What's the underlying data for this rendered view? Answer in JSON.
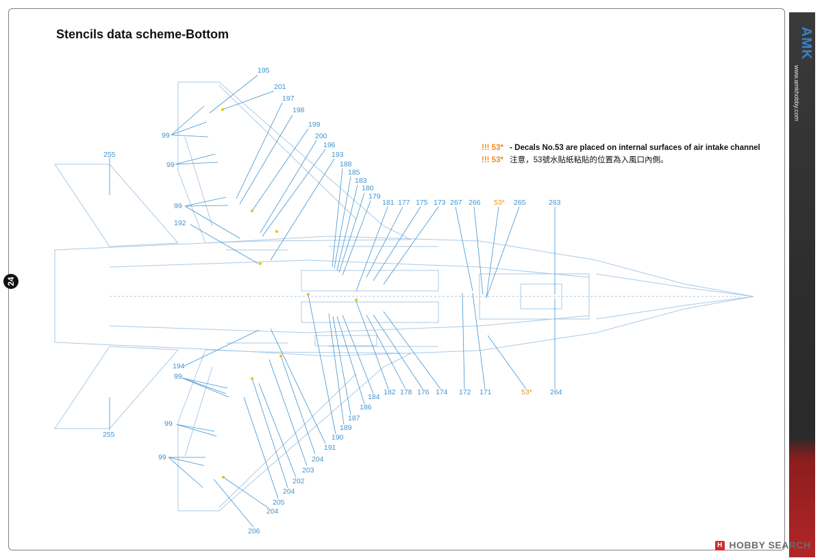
{
  "page": {
    "title": "Stencils data scheme-Bottom",
    "page_number": "24"
  },
  "brand": {
    "name": "AMK",
    "url": "www.amkhobby.com"
  },
  "notes": [
    {
      "mark": "!!! 53*",
      "text": "- Decals No.53 are placed on internal surfaces of air intake channel"
    },
    {
      "mark": "!!! 53*",
      "text": "注意，53號水貼紙粘貼的位置為入風口內側。"
    }
  ],
  "watermark": {
    "logo": "H",
    "text": "HOBBY SEARCH"
  },
  "colors": {
    "callout": "#3f93cf",
    "highlight": "#f08a1c",
    "line": "#3f93cf",
    "drawing": "#a9c9e6"
  },
  "callouts": [
    {
      "label": "195"
    },
    {
      "label": "201"
    },
    {
      "label": "197"
    },
    {
      "label": "198"
    },
    {
      "label": "199"
    },
    {
      "label": "200"
    },
    {
      "label": "196"
    },
    {
      "label": "193"
    },
    {
      "label": "188"
    },
    {
      "label": "185"
    },
    {
      "label": "183"
    },
    {
      "label": "180"
    },
    {
      "label": "179"
    },
    {
      "label": "181"
    },
    {
      "label": "177"
    },
    {
      "label": "175"
    },
    {
      "label": "173"
    },
    {
      "label": "267"
    },
    {
      "label": "266"
    },
    {
      "label": "53*"
    },
    {
      "label": "265"
    },
    {
      "label": "263"
    },
    {
      "label": "99"
    },
    {
      "label": "99"
    },
    {
      "label": "99"
    },
    {
      "label": "255"
    },
    {
      "label": "192"
    },
    {
      "label": "194"
    },
    {
      "label": "99"
    },
    {
      "label": "255"
    },
    {
      "label": "99"
    },
    {
      "label": "99"
    },
    {
      "label": "182"
    },
    {
      "label": "178"
    },
    {
      "label": "176"
    },
    {
      "label": "174"
    },
    {
      "label": "172"
    },
    {
      "label": "171"
    },
    {
      "label": "53*"
    },
    {
      "label": "264"
    },
    {
      "label": "184"
    },
    {
      "label": "186"
    },
    {
      "label": "187"
    },
    {
      "label": "189"
    },
    {
      "label": "190"
    },
    {
      "label": "191"
    },
    {
      "label": "204"
    },
    {
      "label": "203"
    },
    {
      "label": "202"
    },
    {
      "label": "204"
    },
    {
      "label": "205"
    },
    {
      "label": "204"
    },
    {
      "label": "206"
    }
  ]
}
